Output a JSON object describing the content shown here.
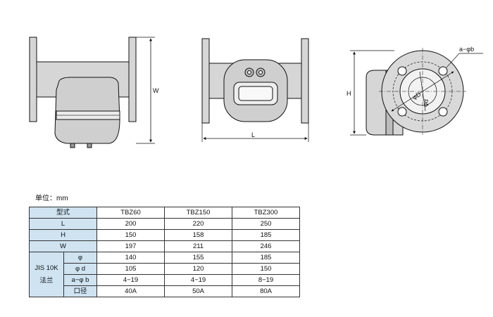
{
  "diagrams": {
    "side_view": {
      "dimension_label": "W"
    },
    "front_view": {
      "dimension_label": "L"
    },
    "end_view": {
      "dimension_label": "H",
      "phi_d_label": "φD",
      "phi_small_d_label": "φd",
      "bolt_label": "a−φb"
    }
  },
  "unit": "单位：mm",
  "table": {
    "header": {
      "label": "型式",
      "models": [
        "TBZ60",
        "TBZ150",
        "TBZ300"
      ]
    },
    "rows": [
      {
        "label": "L",
        "values": [
          "200",
          "220",
          "250"
        ]
      },
      {
        "label": "H",
        "values": [
          "150",
          "158",
          "185"
        ]
      },
      {
        "label": "W",
        "values": [
          "197",
          "211",
          "246"
        ]
      }
    ],
    "group_label": "JIS 10K\n法兰",
    "group_rows": [
      {
        "label": "φ",
        "values": [
          "140",
          "155",
          "185"
        ]
      },
      {
        "label": "φ d",
        "values": [
          "105",
          "120",
          "150"
        ]
      },
      {
        "label": "a−φ b",
        "values": [
          "4−19",
          "4−19",
          "8−19"
        ]
      },
      {
        "label": "口径",
        "values": [
          "40A",
          "50A",
          "80A"
        ]
      }
    ]
  },
  "colors": {
    "header_fill": "#cfe3f1",
    "body_fill": "#d6d6d6",
    "line": "#111111"
  }
}
